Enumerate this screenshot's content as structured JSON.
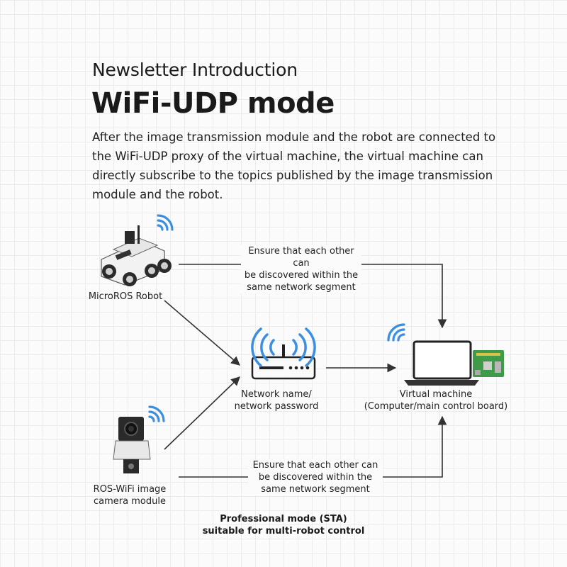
{
  "header": {
    "subtitle": "Newsletter Introduction",
    "title": "WiFi-UDP mode",
    "description": "After the image transmission module and the robot are connected to the WiFi-UDP proxy of the virtual machine, the virtual machine can directly subscribe to the topics published by the image transmission module and the robot."
  },
  "nodes": {
    "robot": {
      "label": "MicroROS Robot"
    },
    "router": {
      "label_line1": "Network name/",
      "label_line2": "network password"
    },
    "vm": {
      "label_line1": "Virtual machine",
      "label_line2": "(Computer/main control board)"
    },
    "camera": {
      "label_line1": "ROS-WiFi image",
      "label_line2": "camera module"
    }
  },
  "notes": {
    "top": {
      "line1": "Ensure that each other can",
      "line2": "be discovered within the",
      "line3": "same network segment"
    },
    "bottom": {
      "line1": "Ensure that each other can",
      "line2": "be discovered within the",
      "line3": "same network segment"
    }
  },
  "footer": {
    "line1": "Professional mode (STA)",
    "line2": "suitable for multi-robot control"
  },
  "colors": {
    "wifi": "#3b8fe0",
    "arrow": "#333333",
    "board": "#3f9b47"
  }
}
